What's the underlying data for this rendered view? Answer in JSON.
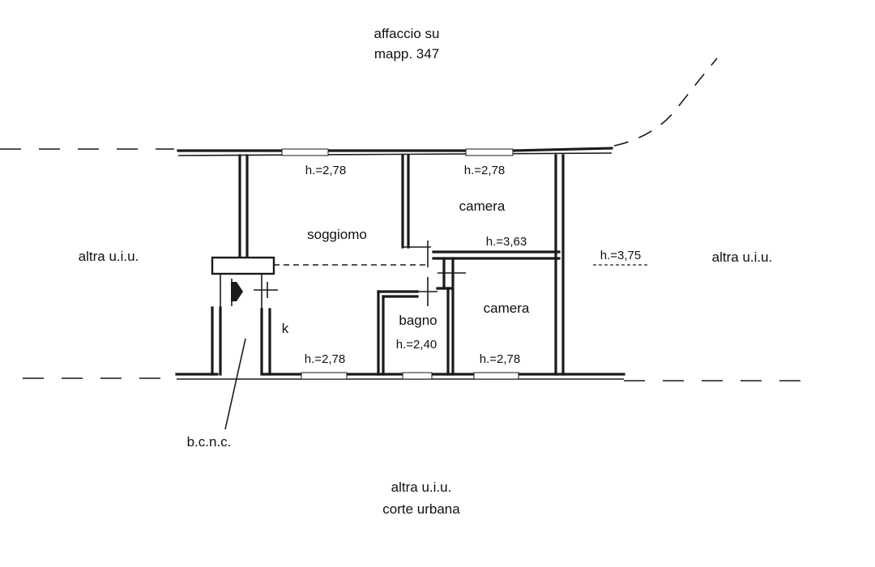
{
  "header": {
    "line1": "affaccio su",
    "line2": "mapp. 347"
  },
  "neighbors": {
    "left": "altra u.i.u.",
    "right": "altra u.i.u."
  },
  "footer": {
    "line1": "altra u.i.u.",
    "line2": "corte urbana"
  },
  "rooms": {
    "soggiorno": {
      "name": "soggiomo",
      "height": "h.=2,78"
    },
    "camera_top": {
      "name": "camera",
      "height_top": "h.=2,78",
      "height_bottom": "h.=3,63"
    },
    "camera_bottom": {
      "name": "camera",
      "height": "h.=2,78"
    },
    "bagno": {
      "name": "bagno",
      "height": "h.=2,40"
    },
    "kitchen": {
      "name": "k",
      "height": "h.=2,78"
    },
    "corridor_right": {
      "height": "h.=3,75"
    }
  },
  "annotations": {
    "bcnc": "b.c.n.c."
  }
}
